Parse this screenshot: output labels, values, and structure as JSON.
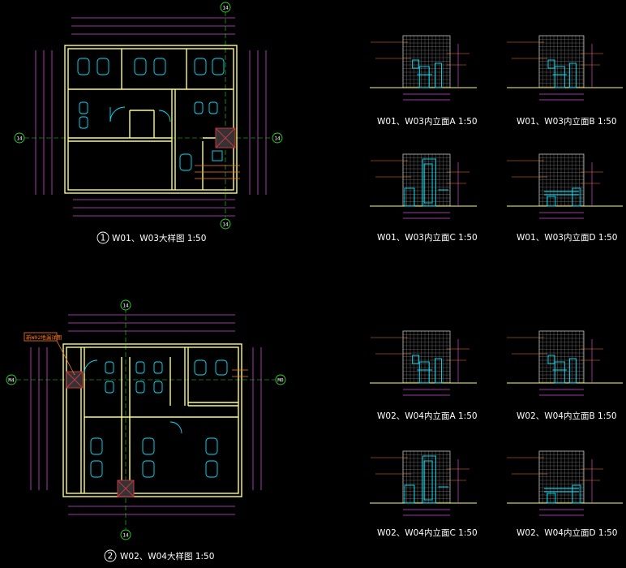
{
  "drawing": {
    "plan1": {
      "number": "1",
      "title": "W01、W03大样图 1:50",
      "grid_top": "14",
      "grid_bottom": "14",
      "grid_left": "14",
      "grid_right": "14"
    },
    "plan2": {
      "number": "2",
      "title": "W02、W04大样图 1:50",
      "grid_top": "14",
      "grid_bottom": "14",
      "grid_left": "M4",
      "grid_right": "M0",
      "callout": "新W02地漏详图"
    },
    "elevations": [
      {
        "title": "W01、W03内立面A   1:50"
      },
      {
        "title": "W01、W03内立面B   1:50"
      },
      {
        "title": "W01、W03内立面C   1:50"
      },
      {
        "title": "W01、W03内立面D   1:50"
      },
      {
        "title": "W02、W04内立面A   1:50"
      },
      {
        "title": "W02、W04内立面B   1:50"
      },
      {
        "title": "W02、W04内立面C   1:50"
      },
      {
        "title": "W02、W04内立面D   1:50"
      }
    ]
  },
  "colors": {
    "background": "#000000",
    "wall": "#ffff66",
    "fixture": "#00e5ff",
    "dimension": "#d04bd6",
    "annotation": "#ff7a1a",
    "grid_bubble": "#22dd22",
    "text": "#ffffff",
    "hatch": "#cc3344"
  }
}
